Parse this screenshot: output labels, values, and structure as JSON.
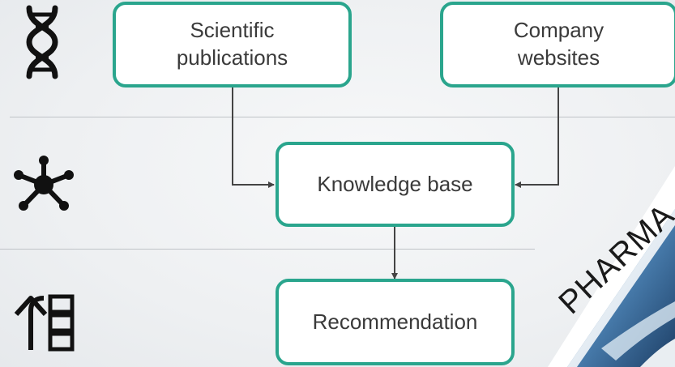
{
  "diagram": {
    "nodes": {
      "scientific_publications": "Scientific\npublications",
      "company_websites": "Company\nwebsites",
      "knowledge_base": "Knowledge base",
      "recommendation": "Recommendation"
    },
    "stamp_text": "PHARMA"
  },
  "colors": {
    "node_border": "#2aa58d",
    "arrow": "#444444",
    "divider": "#bfc3c7"
  },
  "icons": [
    "dna-icon",
    "network-icon",
    "recommendation-list-icon"
  ]
}
